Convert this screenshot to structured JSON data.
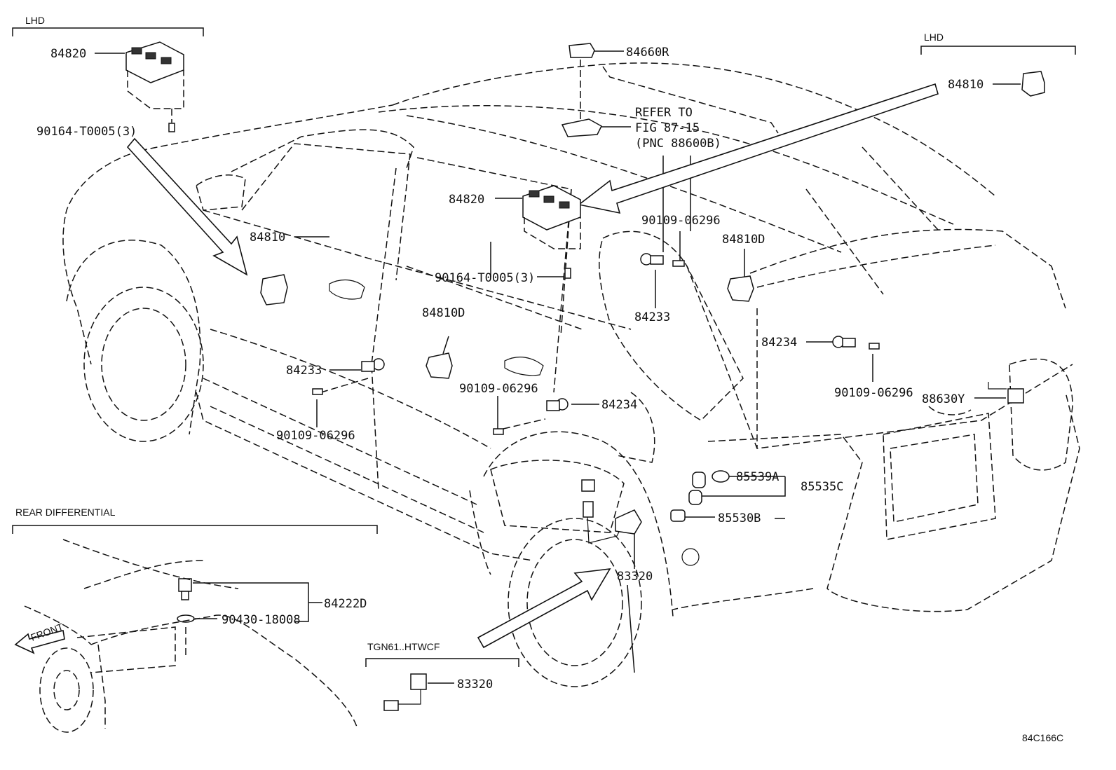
{
  "diagram_code": "84C166C",
  "groups": {
    "lhd_left": "LHD",
    "lhd_right": "LHD",
    "rear_differential": "REAR DIFFERENTIAL",
    "tgn61": "TGN61..HTWCF"
  },
  "front_indicator": "FRONT",
  "refer_note": {
    "line1": "REFER TO",
    "line2": "FIG 87-15",
    "line3": "(PNC 88600B)"
  },
  "labels": {
    "p84820_lhd": "84820",
    "p90164_lhd": "90164-T0005(3)",
    "p84660R": "84660R",
    "p84810_lhd": "84810",
    "p84820_main": "84820",
    "p90164_main": "90164-T0005(3)",
    "p84810_main": "84810",
    "p90109_top": "90109-06296",
    "p84810D_rear": "84810D",
    "p84233_top": "84233",
    "p84234_right": "84234",
    "p90109_right": "90109-06296",
    "p88630Y": "88630Y",
    "p84810D_mid": "84810D",
    "p84233_left": "84233",
    "p90109_mid": "90109-06296",
    "p84234_mid": "84234",
    "p90109_left": "90109-06296",
    "p85539A": "85539A",
    "p85535C": "85535C",
    "p85530B": "85530B",
    "p83320_main": "83320",
    "p84222D": "84222D",
    "p90430": "90430-18008",
    "p83320_tgn": "83320"
  }
}
